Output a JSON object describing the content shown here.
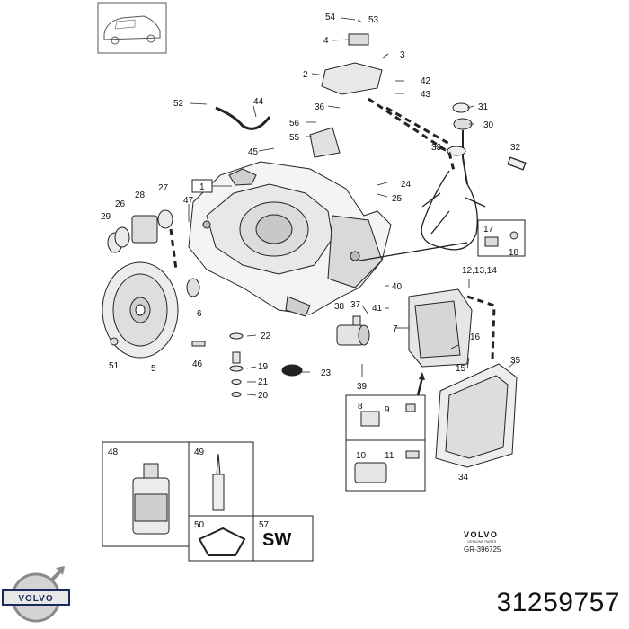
{
  "callouts": {
    "c54": "54",
    "c53": "53",
    "c4": "4",
    "c3": "3",
    "c2": "2",
    "c42": "42",
    "c43": "43",
    "c52": "52",
    "c44": "44",
    "c36": "36",
    "c31": "31",
    "c30": "30",
    "c56": "56",
    "c55": "55",
    "c45": "45",
    "c33": "33",
    "c32": "32",
    "c1": "1",
    "c24": "24",
    "c25": "25",
    "c26": "26",
    "c28": "28",
    "c27": "27",
    "c47": "47",
    "c29": "29",
    "c17": "17",
    "c18": "18",
    "c12": "12,13,14",
    "c6": "6",
    "c40": "40",
    "c41": "41",
    "c38": "38",
    "c37": "37",
    "c7": "7",
    "c16": "16",
    "c15": "15",
    "c35": "35",
    "c51": "51",
    "c5": "5",
    "c46": "46",
    "c22": "22",
    "c19": "19",
    "c21": "21",
    "c20": "20",
    "c23": "23",
    "c39": "39",
    "c9": "9",
    "c8": "8",
    "c10": "10",
    "c11": "11",
    "c34": "34",
    "c48": "48",
    "c49": "49",
    "c50": "50",
    "c57": "57"
  },
  "sw_label": "SW",
  "brand": {
    "word": "VOLVO",
    "sub": "GENUINE PARTS",
    "ref": "GR-396725"
  },
  "logo_text": "VOLVO",
  "part_number": "31259757"
}
